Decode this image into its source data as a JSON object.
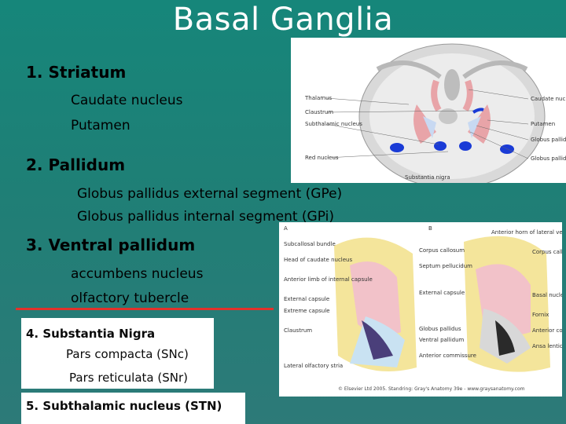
{
  "title": "Basal Ganglia",
  "sections": [
    {
      "label": "1.  Striatum",
      "items": [
        "Caudate nucleus",
        "Putamen"
      ]
    },
    {
      "label": "2.  Pallidum",
      "items": [
        "Globus pallidus external segment (GPe)",
        "Globus pallidus internal segment (GPi)"
      ]
    },
    {
      "label": "3. Ventral pallidum",
      "items": [
        "accumbens nucleus",
        "olfactory tubercle"
      ]
    },
    {
      "label": "4.  Substantia Nigra",
      "items": [
        "Pars compacta (SNc)",
        "Pars reticulata (SNr)"
      ]
    },
    {
      "label": "5.  Subthalamic nucleus (STN)",
      "items": []
    }
  ],
  "figure1": {
    "labels_left": [
      "Thalamus",
      "Claustrum",
      "Subthalamic nucleus",
      "Red nucleus"
    ],
    "labels_right": [
      "Caudate nucleus",
      "Putamen",
      "Globus pallidus (external segment)",
      "Globus pallidus (internal segment)"
    ],
    "bottom_label": "Substantia nigra"
  },
  "figure2": {
    "panel_a": "A",
    "panel_b": "B",
    "copyright": "© Elsevier Ltd 2005. Standring: Gray's Anatomy 39e - www.graysanatomy.com",
    "labels_a_left": [
      "Subcallosal bundle",
      "Head of caudate nucleus",
      "Anterior limb of internal capsule",
      "External capsule",
      "Extreme capsule",
      "Claustrum",
      "Lateral olfactory stria"
    ],
    "labels_a_right": [
      "Corpus callosum",
      "Septum pellucidum",
      "External capsule",
      "Globus pallidus",
      "Ventral pallidum",
      "Anterior commissure"
    ],
    "labels_b": [
      "Anterior horn of lateral ventricle",
      "Corpus callosum",
      "Basal nuclei",
      "Fornix",
      "Anterior commissure",
      "Ansa lenticularis"
    ]
  },
  "colors": {
    "background": "#1a8478",
    "title": "#ffffff",
    "rule": "#e2322b",
    "label_box": "#ffffff"
  }
}
